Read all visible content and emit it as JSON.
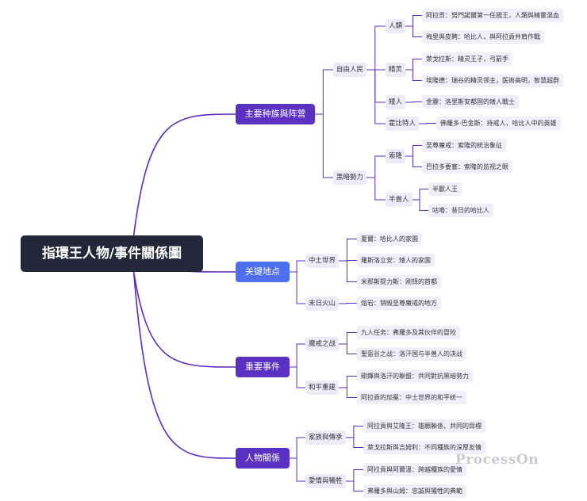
{
  "root": "指環王人物/事件關係圖",
  "colors": {
    "line": "#5b2bc4",
    "purple": "#5a31c3",
    "blue": "#4d6ff0",
    "dark": "#24273a"
  },
  "branches": {
    "factions": {
      "label": "主要种族與阵营",
      "free_peoples": {
        "label": "自由人民",
        "humans": {
          "label": "人類",
          "items": [
            "阿拉贡：努門諾爾第一任國王，人類與精靈混血",
            "梅里與皮聘：哈比人，與阿拉貢并肩作戰"
          ]
        },
        "elves": {
          "label": "精灵",
          "items": [
            "萊戈拉斯：精灵王子，弓箭手",
            "埃隆德：瑞谷的精灵领主，医術高明，智慧超群"
          ]
        },
        "dwarves": {
          "label": "矮人",
          "items": [
            "金靂：洛里斯安都固的矮人戰士"
          ]
        },
        "hobbits": {
          "label": "霍比特人",
          "items": [
            "佛羅多·巴金斯：持戒人，哈比人中的英雄"
          ]
        }
      },
      "dark_forces": {
        "label": "黑暗勢力",
        "evil": {
          "label": "索隆",
          "items": [
            "至尊魔戒：索隆的統治象征",
            "巴拉多要塞：索隆的监视之眼"
          ]
        },
        "orcs": {
          "label": "半兽人",
          "items": [
            "半獸人王",
            "咕嚕：昔日的哈比人"
          ]
        }
      }
    },
    "locations": {
      "label": "关键地点",
      "middle_earth": {
        "label": "中土世界",
        "items": [
          "夏爾：哈比人的家園",
          "羅斯洛立安：矮人的家園",
          "米那斯提力斯：刚铎的首都"
        ]
      },
      "mount_doom": {
        "label": "末日火山",
        "items": [
          "熔岩：销毁至尊魔戒的地方"
        ]
      }
    },
    "events": {
      "label": "重要事件",
      "ring_war": {
        "label": "魔戒之战",
        "items": [
          "九人任务：弗羅多及其伙伴的冒险",
          "聖盔谷之战：洛汗国与半兽人的决战"
        ]
      },
      "peace": {
        "label": "和平重建",
        "items": [
          "剛鐸與洛汗的聯盟：共同對抗黑暗勢力",
          "阿拉貢的加冕：中土世界的和平统一"
        ]
      }
    },
    "relations": {
      "label": "人物關係",
      "family": {
        "label": "家族與傳承",
        "items": [
          "阿拉貢與艾隆王：雄願聯係，共同的目標",
          "萊戈拉斯與吉姆利：不同種族的深厚友情"
        ]
      },
      "love": {
        "label": "愛情與犧牲",
        "items": [
          "阿拉貢與阿爾溫：跨越種族的愛情",
          "弗羅多與山姆：忠誠與犧牲的典範"
        ]
      }
    }
  },
  "watermark": "ProcessOn"
}
